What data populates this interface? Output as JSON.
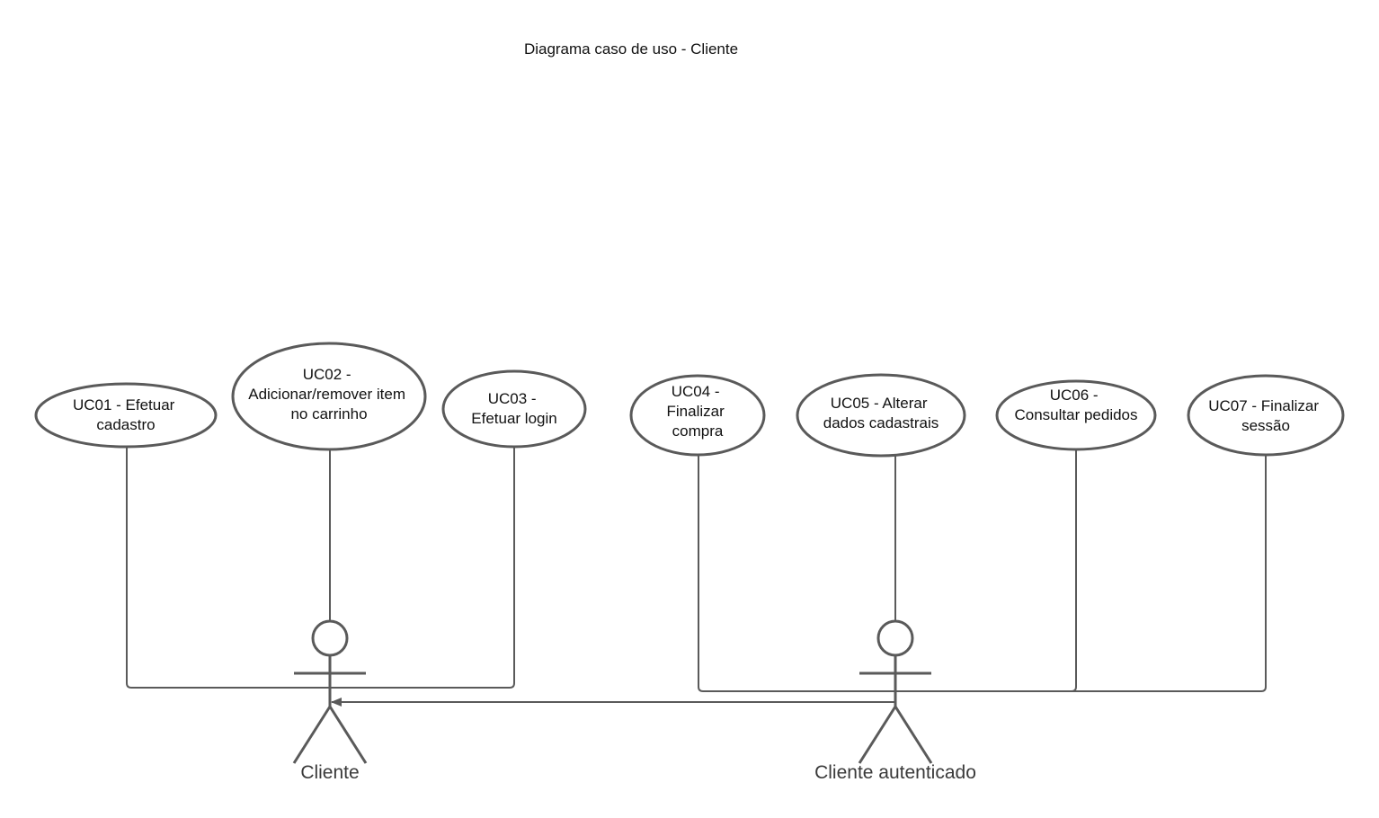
{
  "title": "Diagrama caso de uso - Cliente",
  "actors": {
    "cliente": {
      "name": "Cliente"
    },
    "autenticado": {
      "name": "Cliente autenticado"
    }
  },
  "use_cases": [
    {
      "id": "uc01",
      "lines": [
        "UC01 - Efetuar",
        "cadastro"
      ]
    },
    {
      "id": "uc02",
      "lines": [
        "UC02 -",
        "Adicionar/remover item",
        "no carrinho"
      ]
    },
    {
      "id": "uc03",
      "lines": [
        "UC03 -",
        "Efetuar login"
      ]
    },
    {
      "id": "uc04",
      "lines": [
        "UC04 -",
        "Finalizar",
        "compra"
      ]
    },
    {
      "id": "uc05",
      "lines": [
        "UC05 - Alterar",
        "dados cadastrais"
      ]
    },
    {
      "id": "uc06",
      "lines": [
        "UC06 -",
        "Consultar pedidos"
      ]
    },
    {
      "id": "uc07",
      "lines": [
        "UC07 - Finalizar",
        "sessão"
      ]
    }
  ],
  "colors": {
    "stroke": "#5a5a5a",
    "text": "#111111",
    "actor_label": "#3a3a3a"
  }
}
